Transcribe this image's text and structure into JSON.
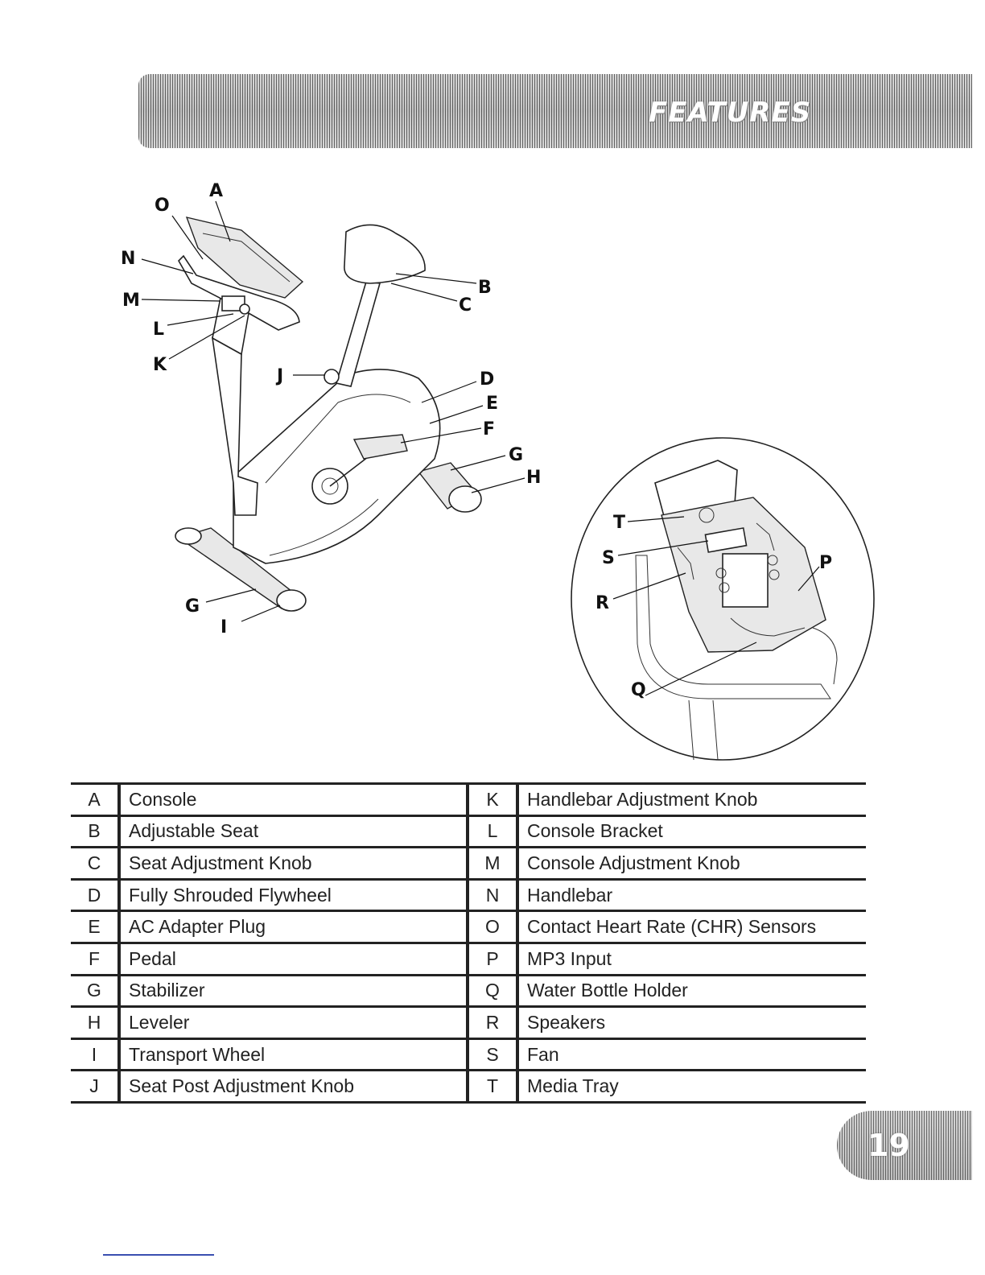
{
  "header": {
    "title": "FEATURES"
  },
  "page_number": "19",
  "diagram": {
    "callouts": [
      "A",
      "B",
      "C",
      "D",
      "E",
      "F",
      "G",
      "H",
      "I",
      "J",
      "K",
      "L",
      "M",
      "N",
      "O"
    ],
    "detail_callouts": [
      "P",
      "Q",
      "R",
      "S",
      "T"
    ]
  },
  "features_table": {
    "rows": [
      {
        "left_letter": "A",
        "left_text": "Console",
        "right_letter": "K",
        "right_text": "Handlebar Adjustment Knob"
      },
      {
        "left_letter": "B",
        "left_text": "Adjustable Seat",
        "right_letter": "L",
        "right_text": "Console Bracket"
      },
      {
        "left_letter": "C",
        "left_text": "Seat Adjustment Knob",
        "right_letter": "M",
        "right_text": "Console Adjustment Knob"
      },
      {
        "left_letter": "D",
        "left_text": "Fully Shrouded Flywheel",
        "right_letter": "N",
        "right_text": "Handlebar"
      },
      {
        "left_letter": "E",
        "left_text": "AC Adapter Plug",
        "right_letter": "O",
        "right_text": "Contact Heart Rate (CHR) Sensors"
      },
      {
        "left_letter": "F",
        "left_text": "Pedal",
        "right_letter": "P",
        "right_text": "MP3 Input"
      },
      {
        "left_letter": "G",
        "left_text": "Stabilizer",
        "right_letter": "Q",
        "right_text": "Water Bottle Holder"
      },
      {
        "left_letter": "H",
        "left_text": "Leveler",
        "right_letter": "R",
        "right_text": "Speakers"
      },
      {
        "left_letter": "I",
        "left_text": "Transport Wheel",
        "right_letter": "S",
        "right_text": "Fan"
      },
      {
        "left_letter": "J",
        "left_text": "Seat Post Adjustment Knob",
        "right_letter": "T",
        "right_text": "Media Tray"
      }
    ]
  }
}
